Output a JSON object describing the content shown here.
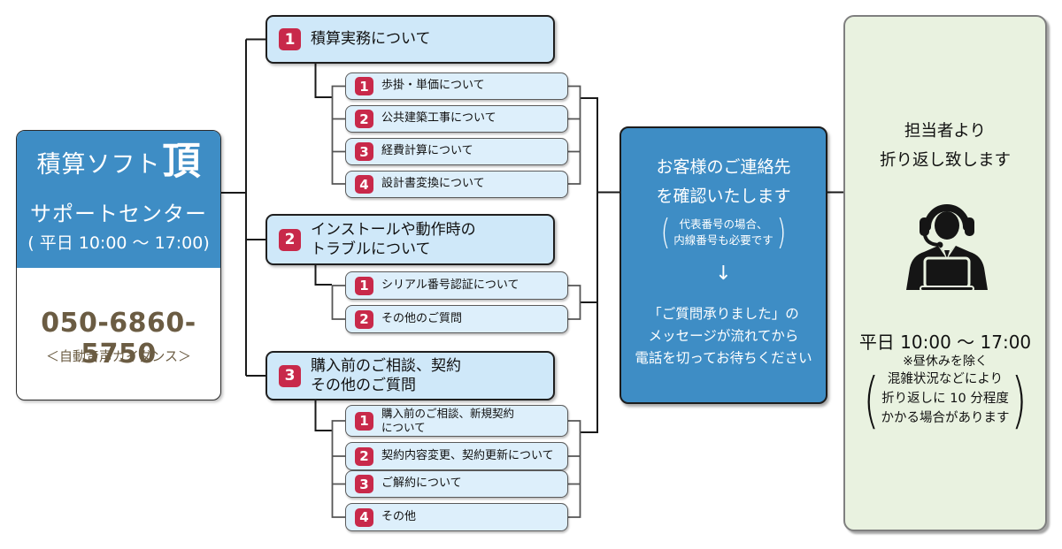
{
  "left_panel": {
    "brand_main": "積算ソフト",
    "brand_accent": "頂",
    "brand_sub": "サポートセンター",
    "hours": "( 平日 10:00 ～ 17:00)",
    "phone": "050-6860-5750",
    "phone_note": "＜自動音声ガイダンス＞"
  },
  "menu": [
    {
      "number": "1",
      "label": "積算実務について",
      "children": [
        {
          "number": "1",
          "label": "歩掛・単価について"
        },
        {
          "number": "2",
          "label": "公共建築工事について"
        },
        {
          "number": "3",
          "label": "経費計算について"
        },
        {
          "number": "4",
          "label": "設計書変換について"
        }
      ]
    },
    {
      "number": "2",
      "label": "インストールや動作時の\nトラブルについて",
      "children": [
        {
          "number": "1",
          "label": "シリアル番号認証について"
        },
        {
          "number": "2",
          "label": "その他のご質問"
        }
      ]
    },
    {
      "number": "3",
      "label": "購入前のご相談、契約\nその他のご質問",
      "children": [
        {
          "number": "1",
          "label": "購入前のご相談、新規契約\nについて"
        },
        {
          "number": "2",
          "label": "契約内容変更、契約更新について"
        },
        {
          "number": "3",
          "label": "ご解約について"
        },
        {
          "number": "4",
          "label": "その他"
        }
      ]
    }
  ],
  "confirm_panel": {
    "main": "お客様のご連絡先\nを確認いたします",
    "paren_open": "(",
    "note": "代表番号の場合、\n内線番号も必要です",
    "paren_close": ")",
    "arrow": "↓",
    "bottom": "「ご質問承りました」の\nメッセージが流れてから\n電話を切ってお待ちください"
  },
  "callback_panel": {
    "title": "担当者より\n折り返し致します",
    "icon": "support-operator-icon",
    "hours": "平日 10:00 ～ 17:00",
    "hours_note": "※昼休みを除く",
    "paren_open": "(",
    "busy_note": "混雑状況などにより\n折り返しに 10 分程度\nかかる場合があります",
    "paren_close": ")"
  },
  "colors": {
    "accent_blue": "#3e8dc5",
    "menu_box_blue": "#cfe8f9",
    "sub_box_blue": "#ddeffb",
    "badge_red": "#c8294a",
    "callback_green": "#e9f2e0",
    "phone_text": "#6b5c43",
    "line_black": "#1a1a1a",
    "bracket_gray": "#555555"
  }
}
